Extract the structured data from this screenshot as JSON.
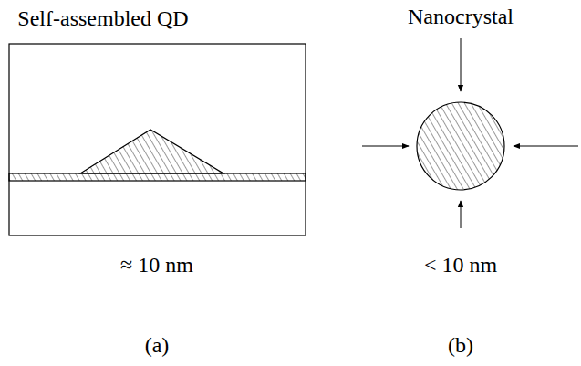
{
  "diagram": {
    "labels": [
      "Self-assembled QD",
      "Nanocrystal",
      "≈ 10 nm",
      "< 10 nm",
      "(a)",
      "(b)"
    ]
  }
}
